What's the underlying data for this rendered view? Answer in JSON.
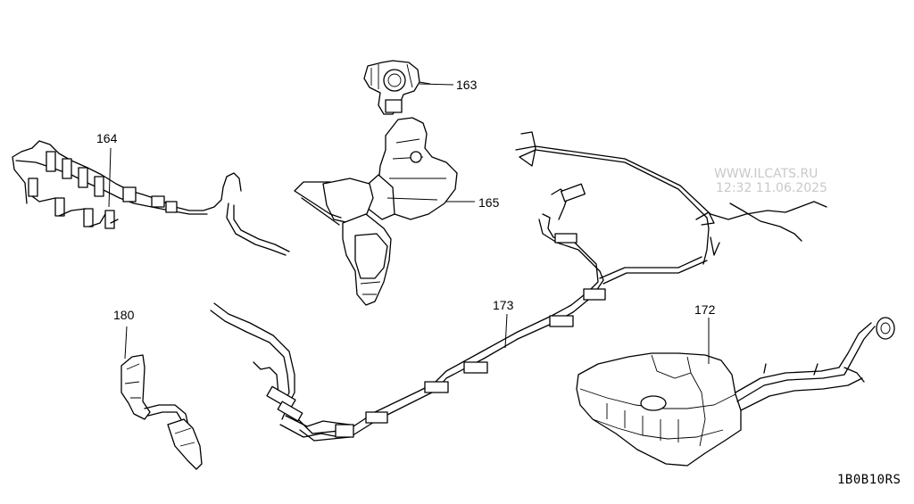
{
  "callouts": {
    "p163": "163",
    "p164": "164",
    "p165": "165",
    "p172": "172",
    "p173": "173",
    "p180": "180"
  },
  "watermark": {
    "site": "WWW.ILCATS.RU",
    "datetime": "12:32 11.06.2025"
  },
  "diagram_code": "1B0B10RS"
}
